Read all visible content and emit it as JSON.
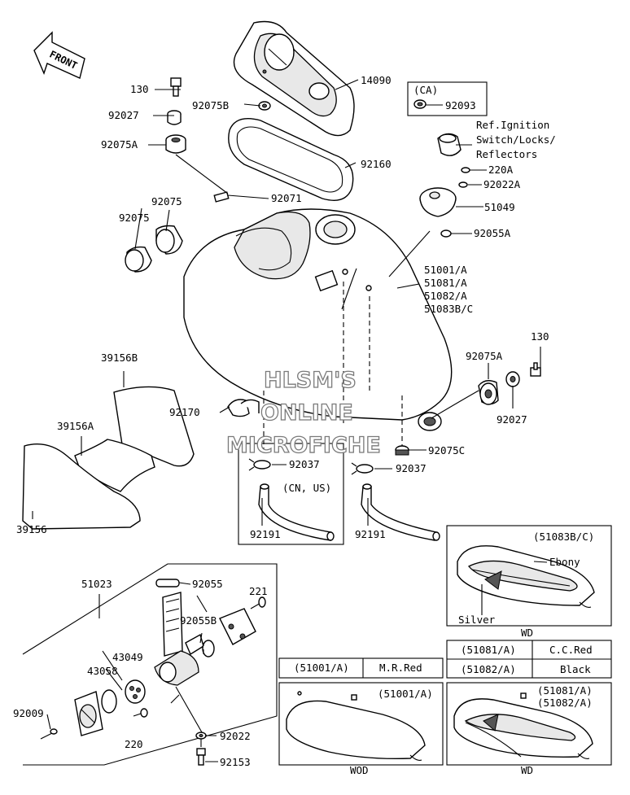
{
  "front_arrow": "FRONT",
  "watermark": {
    "line1": "HLSM'S",
    "line2": "ONLINE",
    "line3": "MICROFICHE"
  },
  "parts": {
    "p130a": "130",
    "p92027a": "92027",
    "p92075ba": "92075B",
    "p14090": "14090",
    "p92075aa": "92075A",
    "p92160": "92160",
    "p92075x": "92075",
    "p92075y": "92075",
    "p92071": "92071",
    "ca_note": "(CA)",
    "p92093": "92093",
    "ref1": "Ref.Ignition",
    "ref2": "Switch/Locks/",
    "ref3": "Reflectors",
    "p220a": "220A",
    "p92022a": "92022A",
    "p51049": "51049",
    "p92055a": "92055A",
    "tank1": "51001/A",
    "tank2": "51081/A",
    "tank3": "51082/A",
    "tank4": "51083B/C",
    "p39156b": "39156B",
    "p130b": "130",
    "p92075ab": "92075A",
    "p92170": "92170",
    "p39156a": "39156A",
    "p92027b": "92027",
    "p92075c": "92075C",
    "p92037a": "92037",
    "p92037b": "92037",
    "cnus": "(CN, US)",
    "p39156": "39156",
    "p92191a": "92191",
    "p92191b": "92191",
    "p51023": "51023",
    "p92055": "92055",
    "p221": "221",
    "p92055b": "92055B",
    "p43049": "43049",
    "p43058": "43058",
    "p92009": "92009",
    "p220": "220",
    "p92022": "92022",
    "p92153": "92153"
  },
  "variants": {
    "v1_title": "(51083B/C)",
    "v1_ebony": "Ebony",
    "v1_silver": "Silver",
    "v1_code": "WD",
    "table1": [
      {
        "code": "(51081/A)",
        "color": "C.C.Red"
      },
      {
        "code": "(51082/A)",
        "color": "Black"
      }
    ],
    "table2": [
      {
        "code": "(51001/A)",
        "color": "M.R.Red"
      }
    ],
    "v2_title": "(51001/A)",
    "v2_code": "WOD",
    "v3_title1": "(51081/A)",
    "v3_title2": "(51082/A)",
    "v3_code": "WD"
  }
}
